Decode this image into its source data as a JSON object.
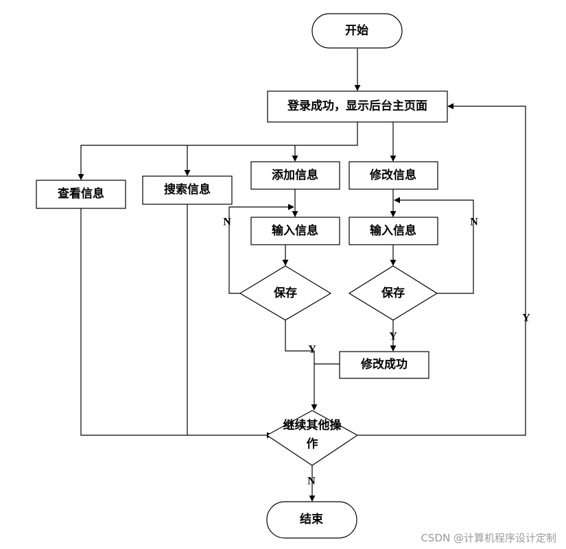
{
  "nodes": {
    "start": "开始",
    "login": "登录成功，显示后台主页面",
    "view": "查看信息",
    "search": "搜索信息",
    "add": "添加信息",
    "modify": "修改信息",
    "input_add": "输入信息",
    "input_modify": "输入信息",
    "save_add": "保存",
    "save_modify": "保存",
    "modify_success": "修改成功",
    "continue_line1": "继续其他操",
    "continue_line2": "作",
    "end": "结束"
  },
  "labels": {
    "save_add_no": "N",
    "save_add_yes": "Y",
    "save_modify_no": "N",
    "save_modify_yes": "Y",
    "continue_yes": "Y",
    "continue_no": "N"
  },
  "watermark": "CSDN @计算机程序设计定制"
}
